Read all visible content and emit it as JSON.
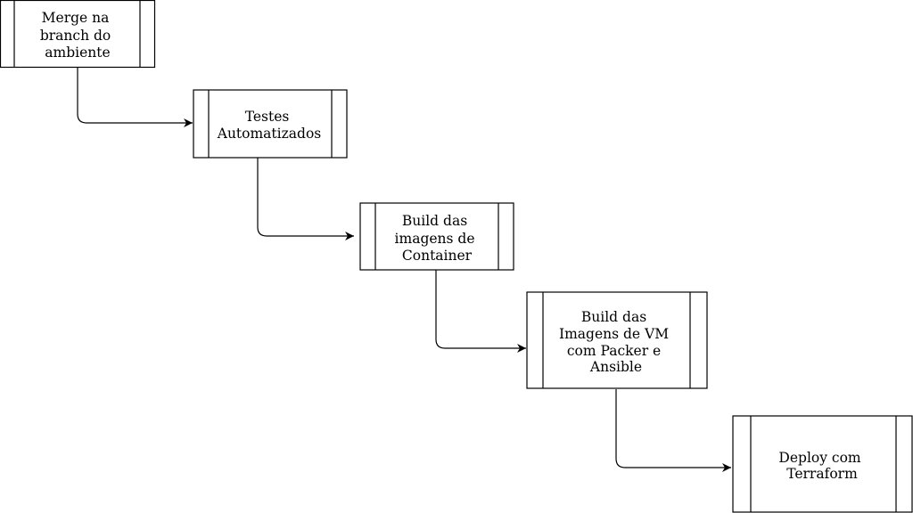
{
  "diagram": {
    "type": "flowchart",
    "colors": {
      "stroke": "#000000",
      "fill": "#ffffff",
      "text": "#000000"
    },
    "steps": [
      {
        "id": "merge",
        "lines": [
          "Merge na",
          "branch do",
          "ambiente"
        ]
      },
      {
        "id": "testes",
        "lines": [
          "Testes",
          "Automatizados"
        ]
      },
      {
        "id": "build-container",
        "lines": [
          "Build das",
          "imagens de",
          "Container"
        ]
      },
      {
        "id": "build-vm",
        "lines": [
          "Build das",
          "Imagens de VM",
          "com Packer e",
          "Ansible"
        ]
      },
      {
        "id": "deploy",
        "lines": [
          "Deploy com",
          "Terraform"
        ]
      }
    ],
    "connections": [
      {
        "from": "merge",
        "to": "testes"
      },
      {
        "from": "testes",
        "to": "build-container"
      },
      {
        "from": "build-container",
        "to": "build-vm"
      },
      {
        "from": "build-vm",
        "to": "deploy"
      }
    ]
  }
}
